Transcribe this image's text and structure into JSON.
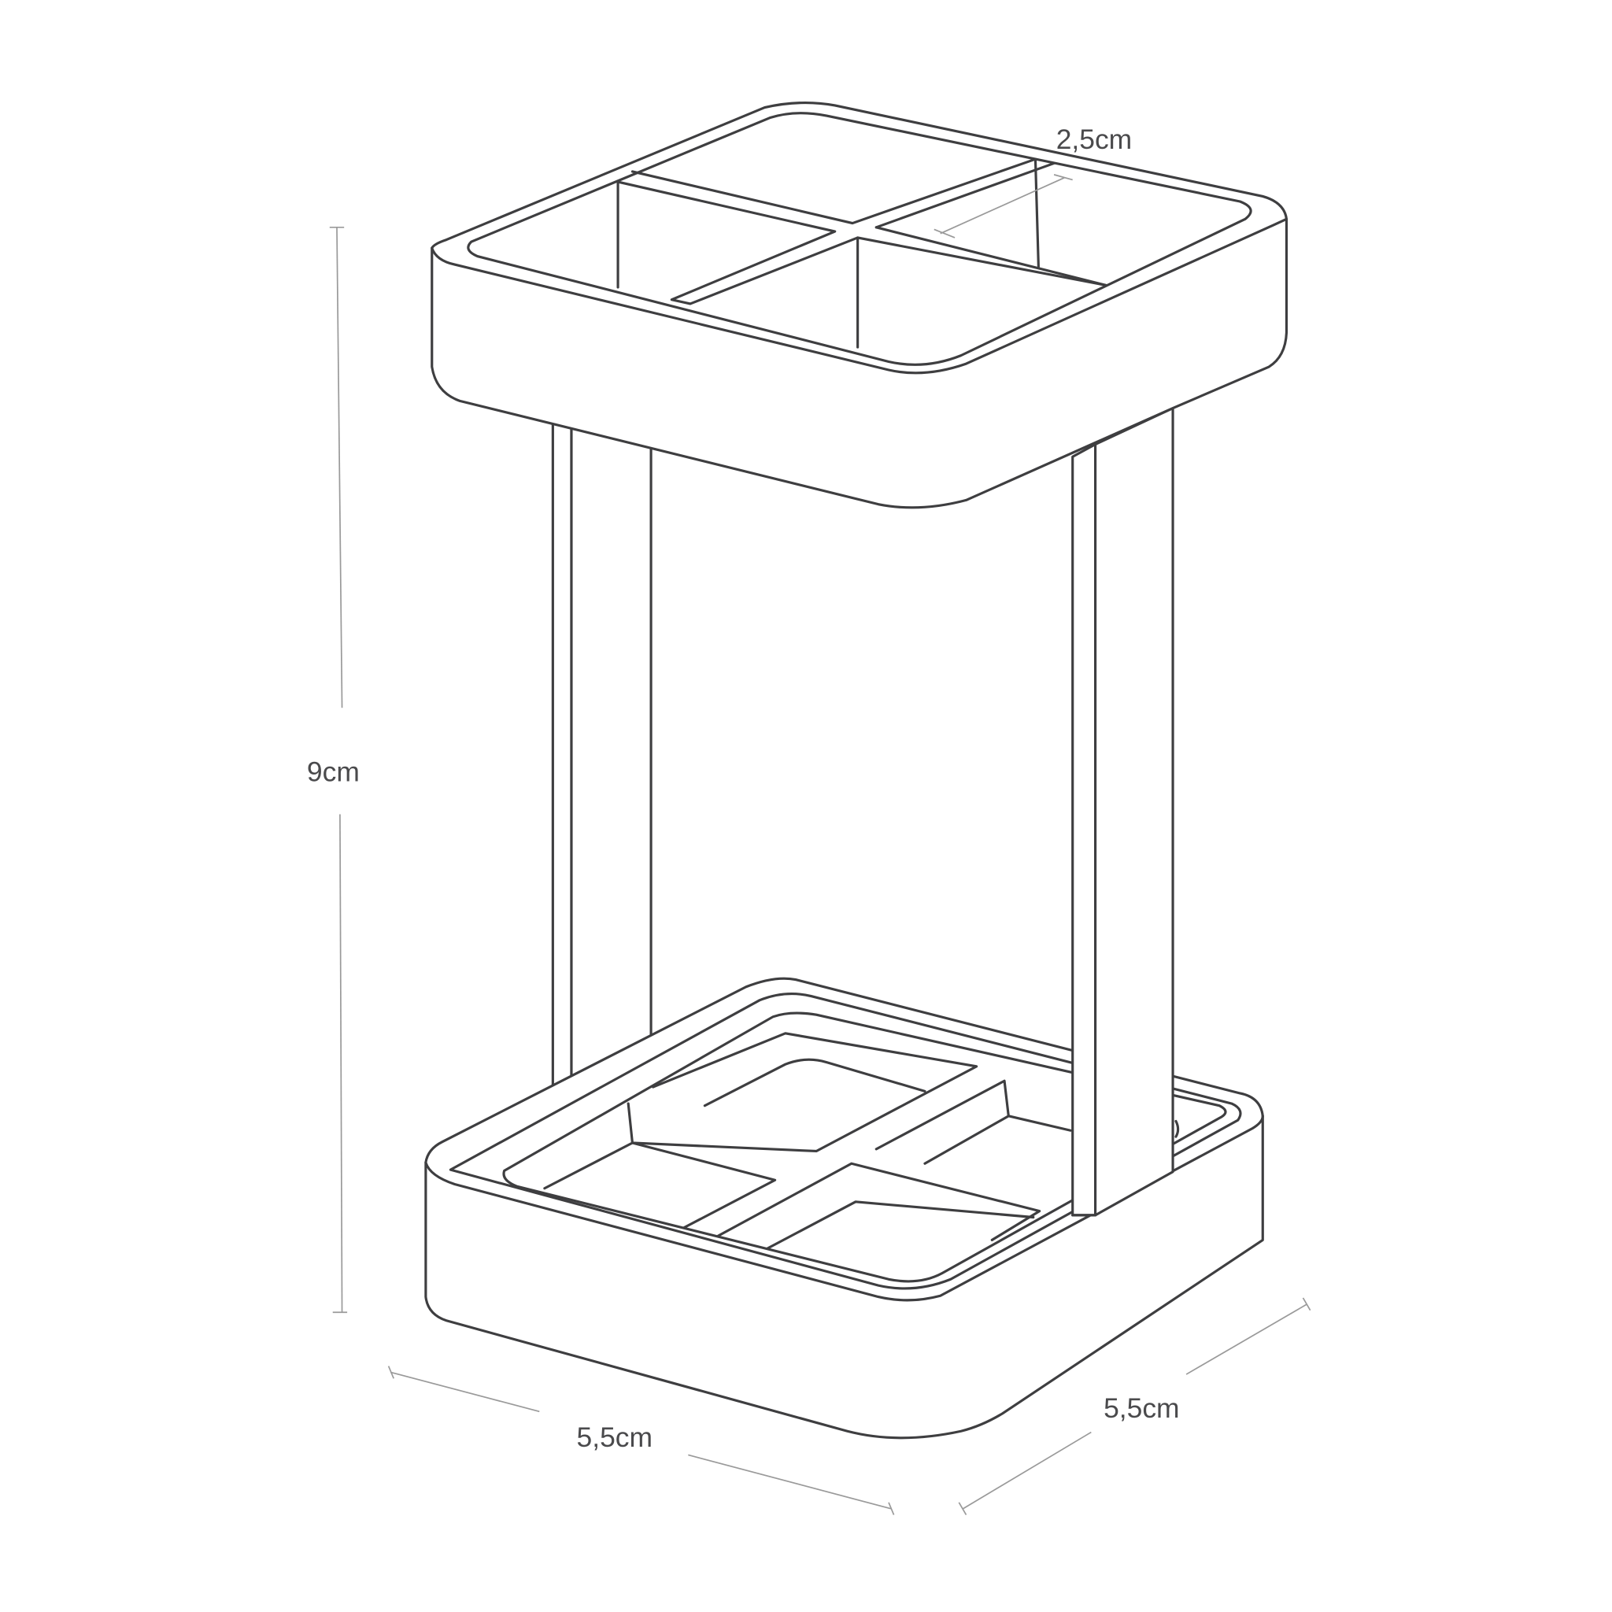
{
  "diagram": {
    "subject": "toothbrush-stand",
    "line_color": "#3e3e40",
    "dimension_line_color": "#9a9a9a",
    "label_color": "#4a4a4c",
    "background": "#ffffff"
  },
  "dimensions": {
    "compartment_width": {
      "label": "2,5cm"
    },
    "height": {
      "label": "9cm"
    },
    "width_front": {
      "label": "5,5cm"
    },
    "depth_side": {
      "label": "5,5cm"
    }
  }
}
